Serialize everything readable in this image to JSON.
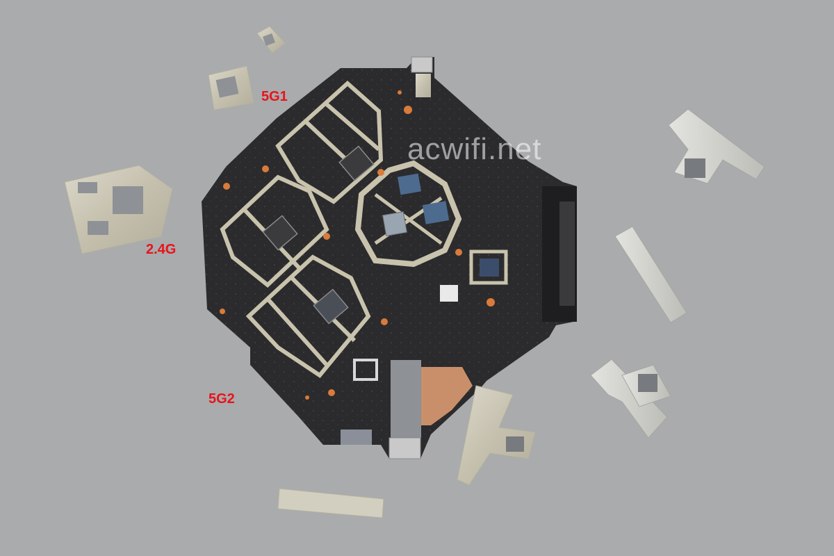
{
  "labels": {
    "band_5g1": "5G1",
    "band_24g": "2.4G",
    "band_5g2": "5G2"
  },
  "watermark": "acwifi.net",
  "colors": {
    "background": "#a9abad",
    "pcb": "#2b2b2d",
    "shield": "#c9c3ad",
    "thermal_pad": "#8e9195",
    "label": "#e8141b"
  }
}
